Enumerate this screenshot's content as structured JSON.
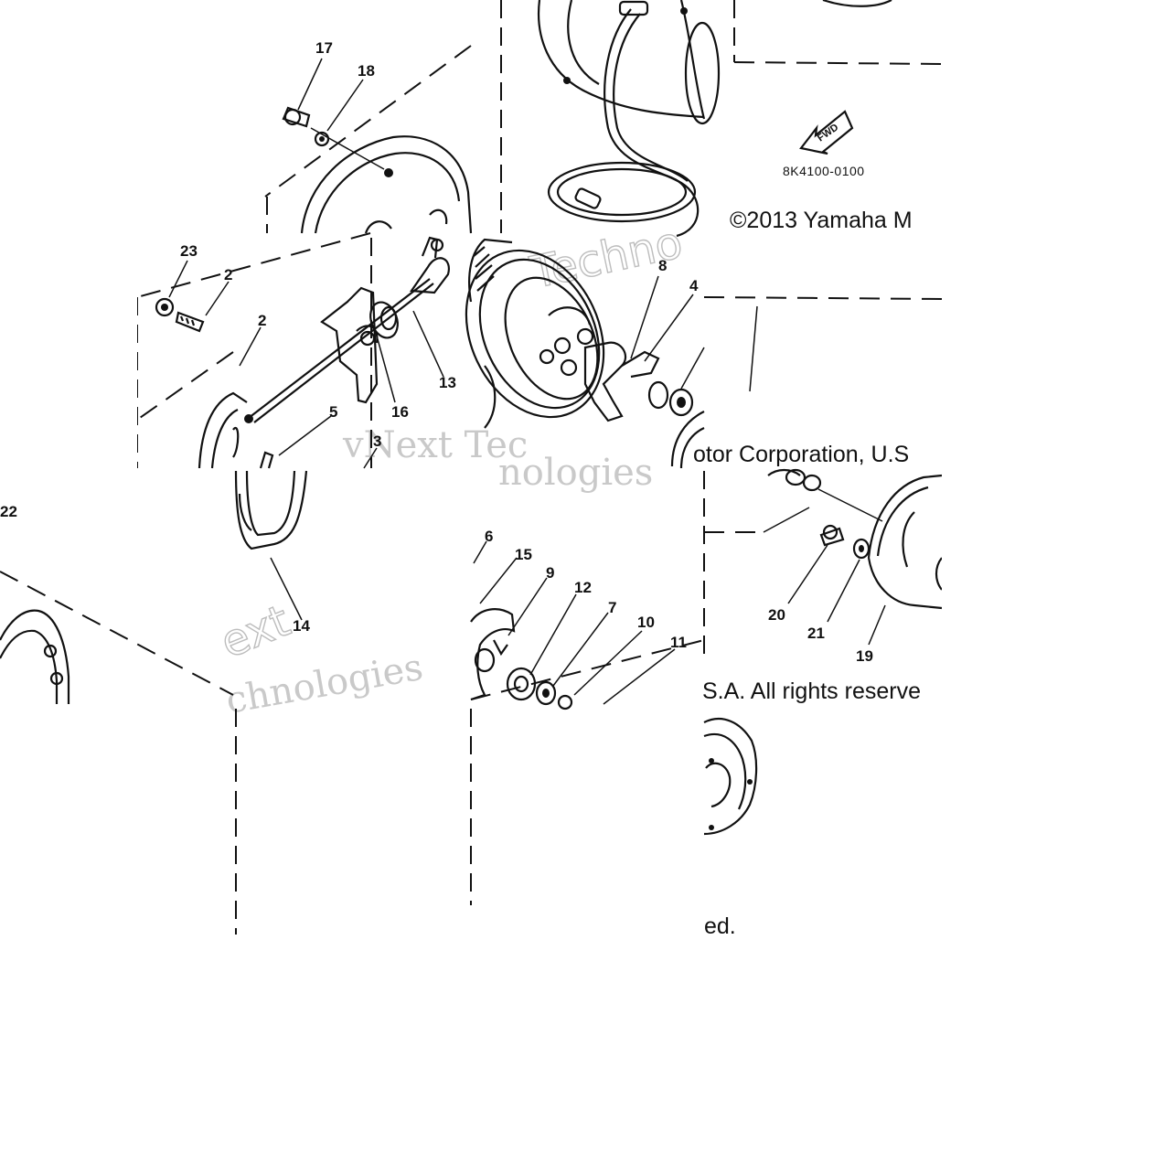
{
  "diagram": {
    "part_number": "8K4100-0100",
    "fwd_label": "FWD",
    "copyright_line1": "©2013 Yamaha M",
    "copyright_line2": "otor Corporation, U.S",
    "copyright_line3": "S.A. All rights reserve",
    "copyright_line4": "ed.",
    "watermark_words": [
      "vNext Tec",
      "Techno",
      "nologies",
      "ext",
      "chnologies"
    ],
    "callouts": [
      {
        "id": "c17",
        "label": "17"
      },
      {
        "id": "c18",
        "label": "18"
      },
      {
        "id": "c23",
        "label": "23"
      },
      {
        "id": "c2a",
        "label": "2"
      },
      {
        "id": "c2b",
        "label": "2"
      },
      {
        "id": "c16",
        "label": "16"
      },
      {
        "id": "c13",
        "label": "13"
      },
      {
        "id": "c5",
        "label": "5"
      },
      {
        "id": "c3",
        "label": "3"
      },
      {
        "id": "c8",
        "label": "8"
      },
      {
        "id": "c4",
        "label": "4"
      },
      {
        "id": "c22",
        "label": "22"
      },
      {
        "id": "c14",
        "label": "14"
      },
      {
        "id": "c6",
        "label": "6"
      },
      {
        "id": "c15",
        "label": "15"
      },
      {
        "id": "c9",
        "label": "9"
      },
      {
        "id": "c12",
        "label": "12"
      },
      {
        "id": "c7",
        "label": "7"
      },
      {
        "id": "c10",
        "label": "10"
      },
      {
        "id": "c11",
        "label": "11"
      },
      {
        "id": "c20",
        "label": "20"
      },
      {
        "id": "c21",
        "label": "21"
      },
      {
        "id": "c19",
        "label": "19"
      }
    ]
  }
}
